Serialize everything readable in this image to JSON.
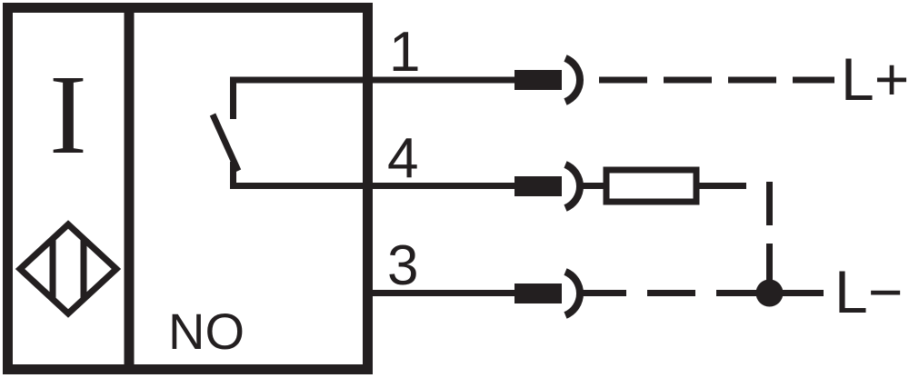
{
  "diagram": {
    "title": "Inductive sensor NO contact wiring diagram",
    "colors": {
      "line": "#231f20",
      "background": "#ffffff"
    },
    "sensor_body": {
      "left_compartment": {
        "symbol_letter": "I",
        "symbol_shape": "diamond-inductive-sensor"
      },
      "right_compartment": {
        "contact_label": "NO",
        "contact_type": "normally-open-switch"
      }
    },
    "terminals": [
      {
        "number": "1",
        "row": 1,
        "connector": "pin-socket",
        "line_style": "dashed",
        "end_label": "L+"
      },
      {
        "number": "4",
        "row": 2,
        "connector": "pin-socket",
        "line_style": "solid",
        "component": "resistor",
        "end_label": ""
      },
      {
        "number": "3",
        "row": 3,
        "connector": "pin-socket",
        "line_style": "dashed",
        "end_label": "L−",
        "junction": true
      }
    ],
    "labels": {
      "supply_positive": "L+",
      "supply_negative": "L−",
      "contact_state": "NO",
      "sensor_letter": "I",
      "terminal_1": "1",
      "terminal_4": "4",
      "terminal_3": "3"
    },
    "components": {
      "resistor": {
        "name": "resistor",
        "shape": "open-rectangle"
      },
      "junction_dot": {
        "name": "junction-dot"
      }
    }
  }
}
